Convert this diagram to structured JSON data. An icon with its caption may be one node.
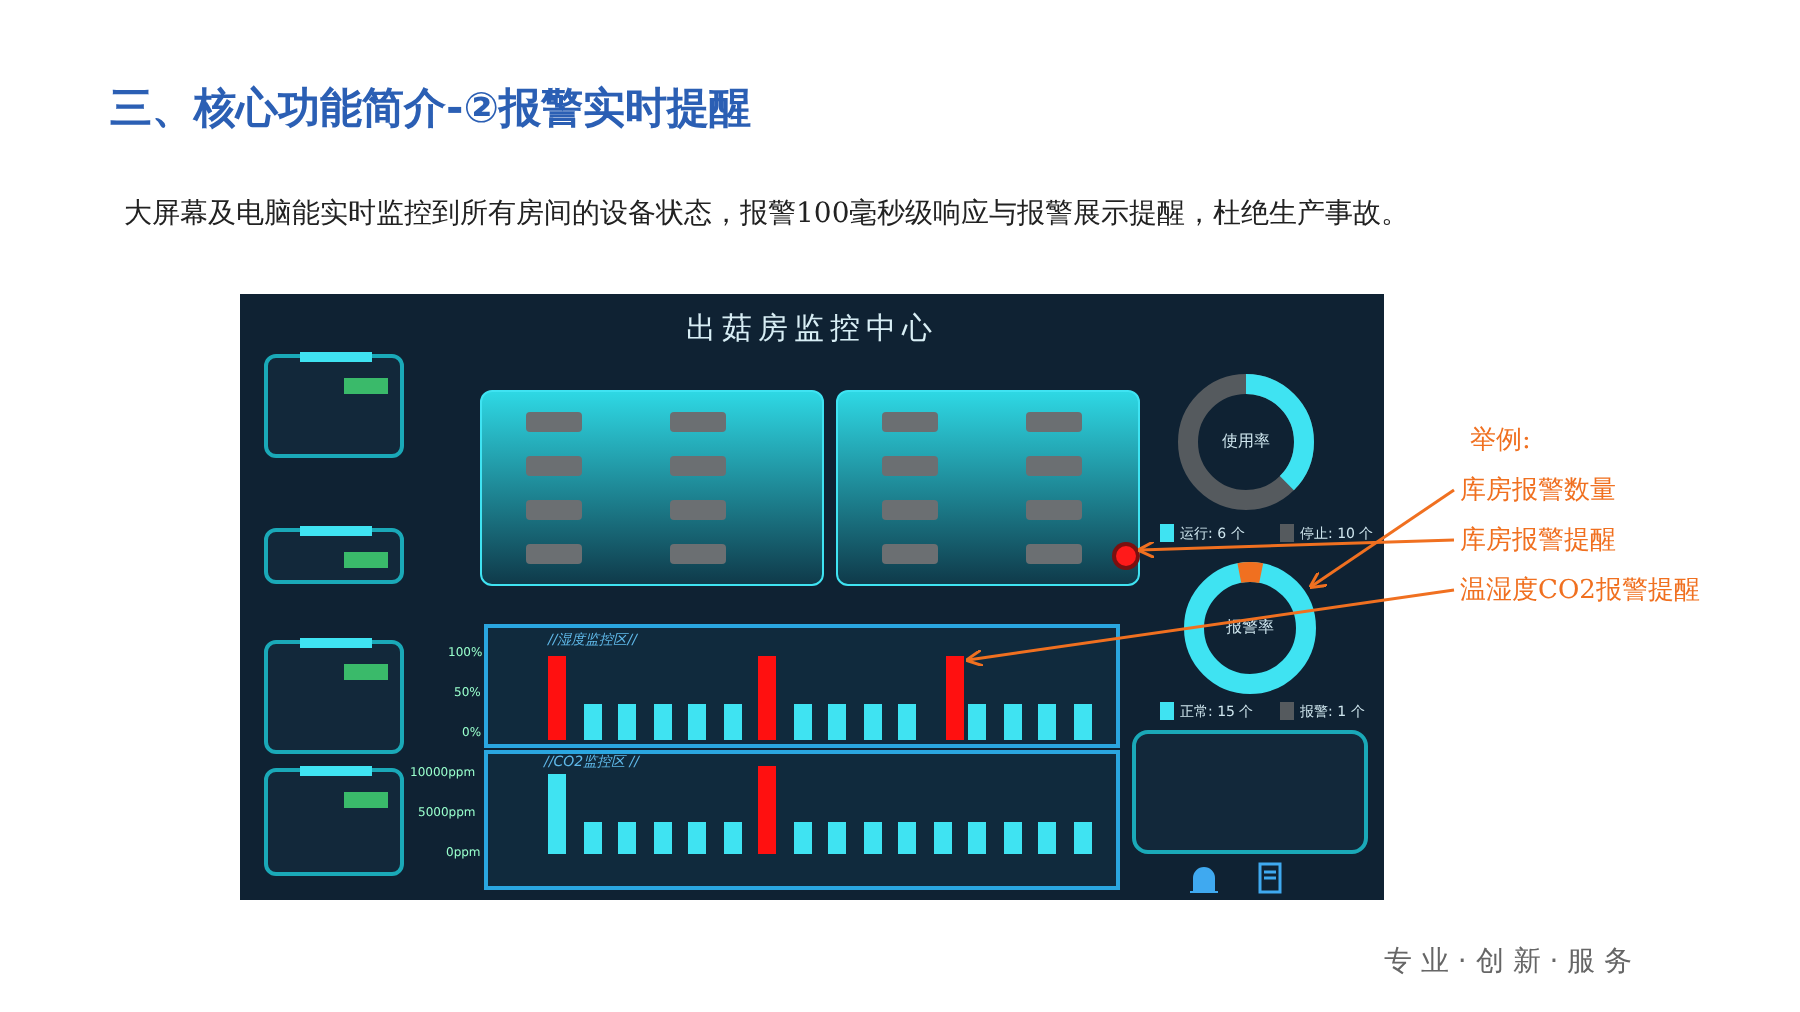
{
  "diagram": {
    "title": "三、核心功能简介-②报警实时提醒",
    "nodes": [
      {
        "text": [
          "出菇房监控中心"
        ]
      },
      {
        "text": [
          "使用率"
        ],
        "in": 0
      },
      {
        "text": [
          "报警率"
        ],
        "in": 0
      },
      {
        "text": [],
        "shape": "circle",
        "in": 0
      },
      {
        "text": [
          "//湿度监控区//"
        ],
        "in": 0
      },
      {
        "text": [],
        "shape": "bar",
        "in": 4
      },
      {
        "text": [
          "库房报警数量"
        ]
      },
      {
        "text": [
          "库房报警提醒"
        ]
      },
      {
        "text": [
          "温湿度CO2报警提醒"
        ]
      }
    ],
    "edges": [
      {
        "from": 6,
        "to": 2,
        "arrow": "to"
      },
      {
        "from": 7,
        "to": 3,
        "arrow": "to"
      },
      {
        "from": 8,
        "to": 5,
        "arrow": "to"
      }
    ],
    "labels": [
      "大屏幕及电脑能实时监控到所有房间的设备状态，报警100毫秒级响应与报警展示提醒，杜绝生产事故。",
      "举例:",
      "//CO2监控区 //",
      "100%",
      "50%",
      "0%",
      "10000ppm",
      "5000ppm",
      "0ppm",
      "专 业 · 创 新 · 服 务"
    ],
    "legend": [
      {
        "text": "运行: 6 个",
        "color": "#3fe3f2"
      },
      {
        "text": "停止: 10 个",
        "color": "#555a5e"
      },
      {
        "text": "正常: 15 个",
        "color": "#3fe3f2"
      },
      {
        "text": "报警: 1 个",
        "color": "#555a5e"
      }
    ]
  }
}
